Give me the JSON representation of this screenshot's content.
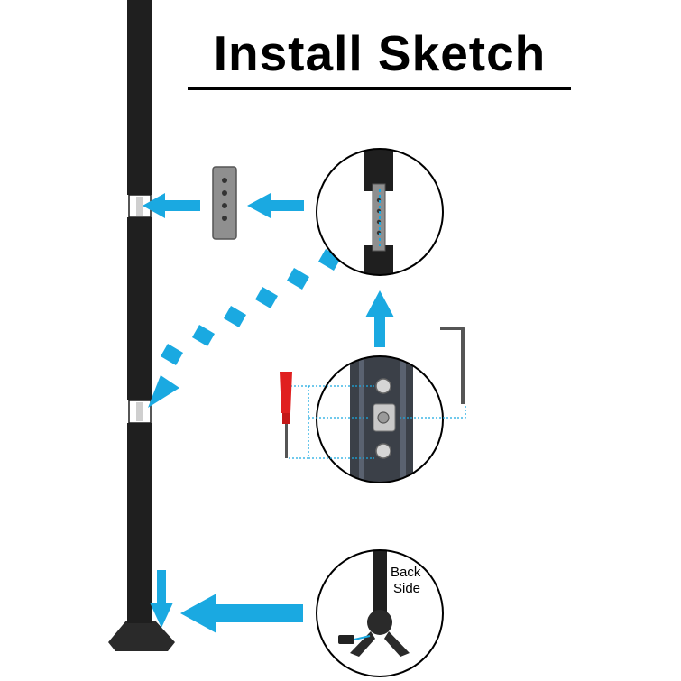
{
  "title": "Install Sketch",
  "callout": {
    "back_side_line1": "Back",
    "back_side_line2": "Side"
  },
  "colors": {
    "arrow": "#1aa9e1",
    "pole": "#1f1f1f",
    "background": "#ffffff",
    "screwdriver": "#e02020"
  }
}
